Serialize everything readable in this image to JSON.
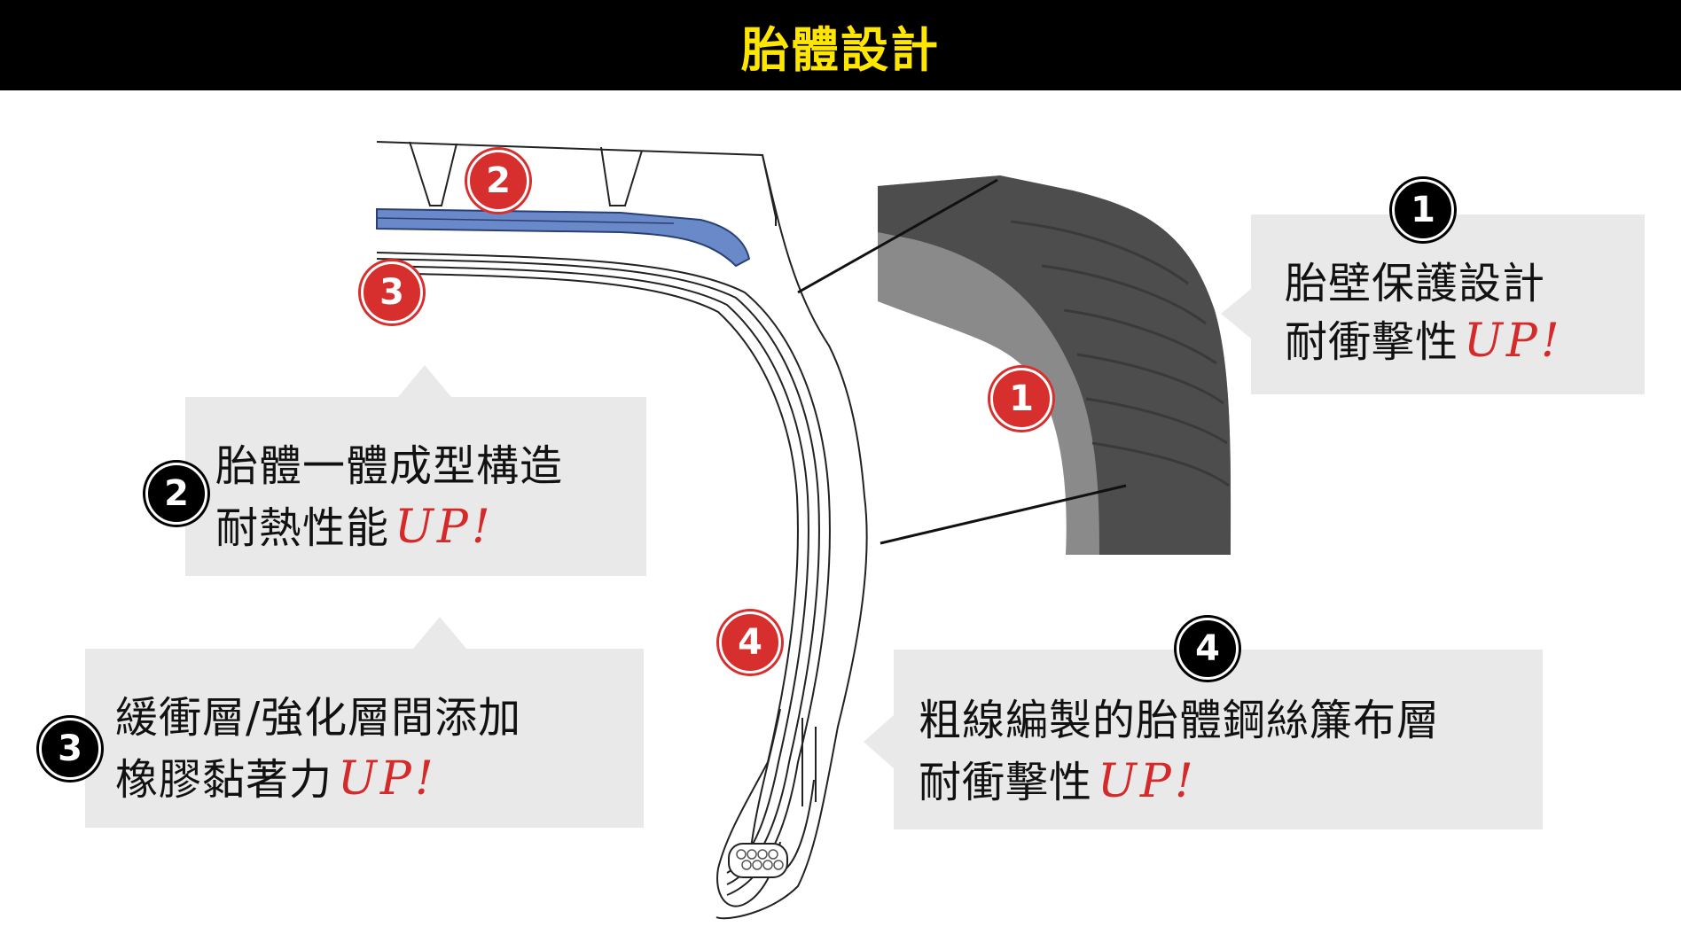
{
  "title": "胎體設計",
  "colors": {
    "title_bg": "#000000",
    "title_text": "#ffe600",
    "callout_bg": "#e9e9e9",
    "accent_red": "#d42a2a",
    "inner_liner_blue": "#5a7bbf",
    "sidewall_dark": "#4a4a4a"
  },
  "callouts": [
    {
      "number": "1",
      "line1": "胎壁保護設計",
      "line2": "耐衝擊性",
      "up": "UP!"
    },
    {
      "number": "2",
      "line1": "胎體一體成型構造",
      "line2": "耐熱性能",
      "up": "UP!"
    },
    {
      "number": "3",
      "line1": "緩衝層/強化層間添加",
      "line2": "橡膠黏著力",
      "up": "UP!"
    },
    {
      "number": "4",
      "line1": "粗線編製的胎體鋼絲簾布層",
      "line2": "耐衝擊性",
      "up": "UP!"
    }
  ],
  "diagram_markers": [
    {
      "number": "1",
      "icon": "number-circle-red"
    },
    {
      "number": "2",
      "icon": "number-circle-red"
    },
    {
      "number": "3",
      "icon": "number-circle-red"
    },
    {
      "number": "4",
      "icon": "number-circle-red"
    }
  ]
}
